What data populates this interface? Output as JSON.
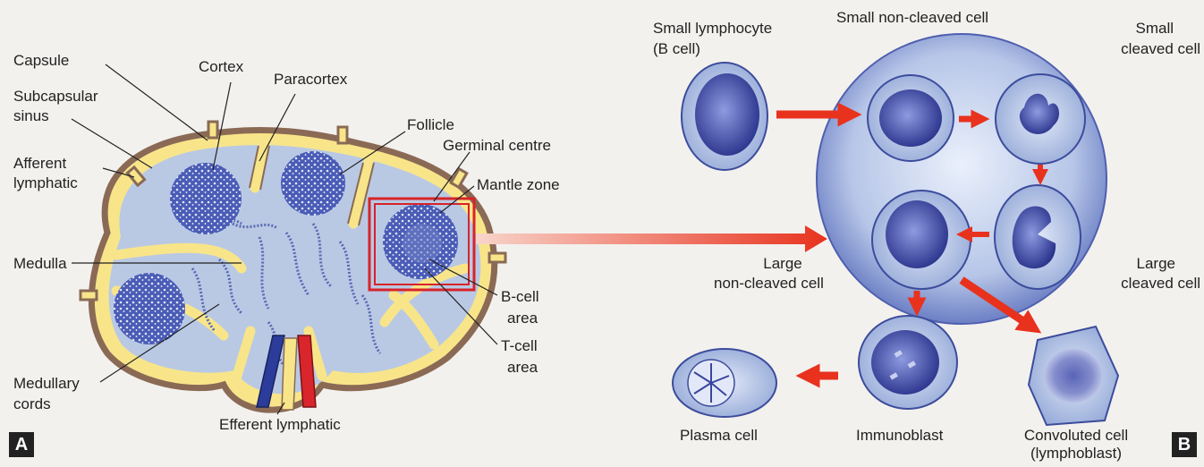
{
  "panel_a": {
    "tag": "A",
    "labels": {
      "capsule": "Capsule",
      "cortex": "Cortex",
      "paracortex": "Paracortex",
      "subcapsular_1": "Subcapsular",
      "subcapsular_2": "sinus",
      "afferent_1": "Afferent",
      "afferent_2": "lymphatic",
      "follicle": "Follicle",
      "germinal": "Germinal centre",
      "mantle": "Mantle zone",
      "medulla": "Medulla",
      "bcell_1": "B-cell",
      "bcell_2": "area",
      "tcell_1": "T-cell",
      "tcell_2": "area",
      "cords_1": "Medullary",
      "cords_2": "cords",
      "efferent": "Efferent lymphatic"
    }
  },
  "panel_b": {
    "tag": "B",
    "labels": {
      "small_lymph_1": "Small lymphocyte",
      "small_lymph_2": "(B cell)",
      "small_noncleaved": "Small non-cleaved cell",
      "small_cleaved_1": "Small",
      "small_cleaved_2": "cleaved cell",
      "large_noncleaved_1": "Large",
      "large_noncleaved_2": "non-cleaved cell",
      "large_cleaved_1": "Large",
      "large_cleaved_2": "cleaved cell",
      "plasma": "Plasma cell",
      "immunoblast": "Immunoblast",
      "convoluted_1": "Convoluted cell",
      "convoluted_2": "(lymphoblast)"
    }
  },
  "colors": {
    "capsule_brown": "#8a6a55",
    "sinus_yellow": "#f8e58a",
    "tissue_blue": "#b9c9e4",
    "follicle_blue": "#2f3f9a",
    "nucleus_blue": "#34409a",
    "arrow_red": "#e8321e",
    "box_red": "#d8232a"
  }
}
